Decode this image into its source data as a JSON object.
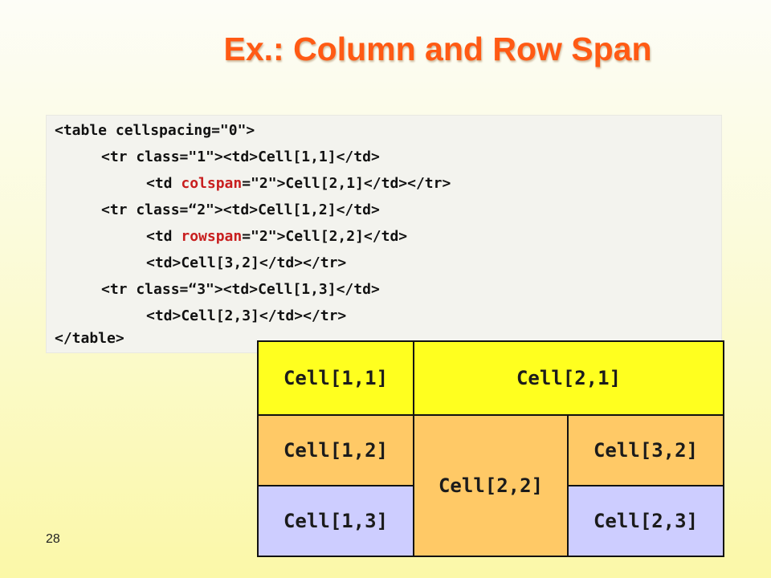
{
  "slide": {
    "title": "Ex.: Column and Row Span",
    "page_number": "28"
  },
  "code": {
    "line1": "<table cellspacing=\"0\">",
    "line2_tr": "<tr class=\"1\">",
    "line2_td": "<td>Cell[1,1]</td>",
    "line3_open": "<td ",
    "line3_attr": "colspan",
    "line3_rest": "=\"2\">Cell[2,1]</td></tr>",
    "line4_tr": "<tr class=“2\">",
    "line4_td": "<td>Cell[1,2]</td>",
    "line5_open": "<td ",
    "line5_attr": "rowspan",
    "line5_rest": "=\"2\">Cell[2,2]</td>",
    "line6": "<td>Cell[3,2]</td></tr>",
    "line7_tr": "<tr class=“3\">",
    "line7_td": "<td>Cell[1,3]</td>",
    "line8": "<td>Cell[2,3]</td></tr>",
    "line9": "</table>",
    "highlight_color": "#c81e1e"
  },
  "result_table": {
    "row1": [
      "Cell[1,1]",
      "Cell[2,1]"
    ],
    "row2": [
      "Cell[1,2]",
      "Cell[2,2]",
      "Cell[3,2]"
    ],
    "row3": [
      "Cell[1,3]",
      "Cell[2,3]"
    ],
    "colors": {
      "row1": "#ffff1f",
      "row2": "#ffc966",
      "row3": "#cdcdff"
    }
  }
}
